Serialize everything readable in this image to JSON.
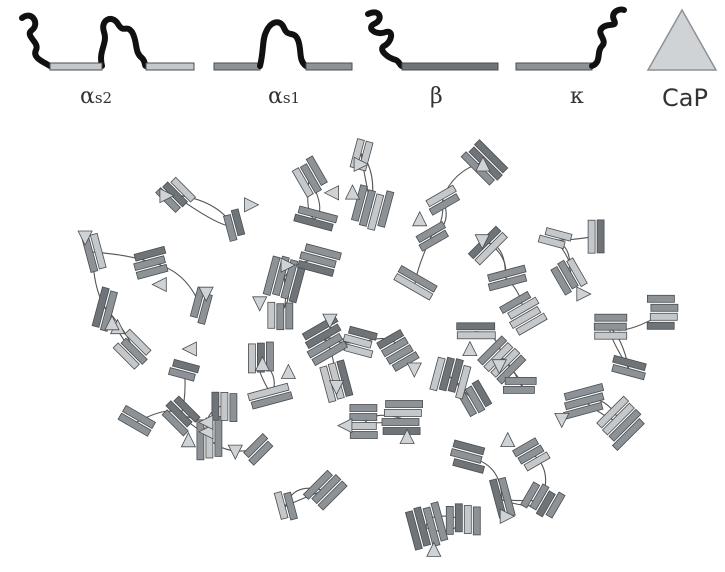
{
  "legend": {
    "items": [
      {
        "id": "alpha-s2",
        "symbol": "α",
        "subscript": "s2"
      },
      {
        "id": "alpha-s1",
        "symbol": "α",
        "subscript": "s1"
      },
      {
        "id": "beta",
        "symbol": "β",
        "subscript": ""
      },
      {
        "id": "kappa",
        "symbol": "κ",
        "subscript": ""
      },
      {
        "id": "cap",
        "symbol": "CaP",
        "subscript": ""
      }
    ]
  },
  "colors": {
    "rod_dark": "#6f7478",
    "rod_mid": "#8d9296",
    "rod_light": "#c4c8cb",
    "rod_edge": "#4a4d50",
    "coil": "#111111",
    "cap_fill": "#d0d3d6"
  }
}
